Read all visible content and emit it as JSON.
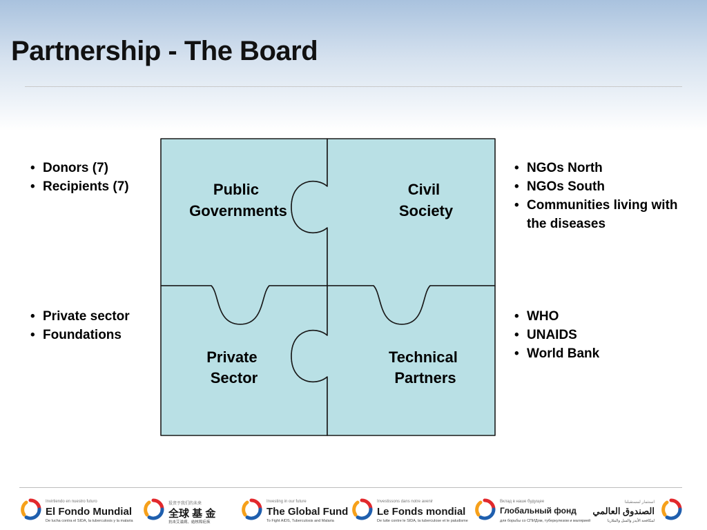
{
  "slide": {
    "title": "Partnership - The Board"
  },
  "pieces": {
    "top_left": [
      "Public",
      "Governments"
    ],
    "top_right": [
      "Civil",
      "Society"
    ],
    "bottom_left": [
      "Private",
      "Sector"
    ],
    "bottom_right": [
      "Technical",
      "Partners"
    ]
  },
  "bullets": {
    "top_left": [
      "Donors (7)",
      "Recipients (7)"
    ],
    "bottom_left": [
      "Private sector",
      "Foundations"
    ],
    "top_right": [
      "NGOs North",
      "NGOs South",
      "Communities living with the diseases"
    ],
    "bottom_right": [
      "WHO",
      "UNAIDS",
      "World Bank"
    ]
  },
  "footer": {
    "logos": [
      {
        "tagline": "Invirtiendo en nuestro futuro",
        "name": "El Fondo Mundial",
        "sub": "De lucha contra el SIDA, la tuberculosis y la malaria"
      },
      {
        "tagline": "投资于我们的未来",
        "name": "全球 基 金",
        "sub": "抗击艾滋病、结核和疟疾"
      },
      {
        "tagline": "Investing in our future",
        "name": "The Global Fund",
        "sub": "To Fight AIDS, Tuberculosis and Malaria"
      },
      {
        "tagline": "Investissons dans notre avenir",
        "name": "Le Fonds mondial",
        "sub": "De lutte contre le SIDA, la tuberculose et le paludisme"
      },
      {
        "tagline": "Вклад в наше будущее",
        "name": "Глобальный фонд",
        "sub": "для борьбы со СПИДом, туберкулезом и малярией"
      },
      {
        "tagline": "استثمار لمستقبلنا",
        "name": "الصندوق العالمي",
        "sub": "لمكافحة الأيدز والسل والملاريا"
      }
    ]
  },
  "colors": {
    "puzzle_fill": "#b9e0e5",
    "puzzle_stroke": "#1a1a1a",
    "swirl_red": "#e2282c",
    "swirl_orange": "#f6a01a",
    "swirl_blue": "#1f5fae"
  }
}
